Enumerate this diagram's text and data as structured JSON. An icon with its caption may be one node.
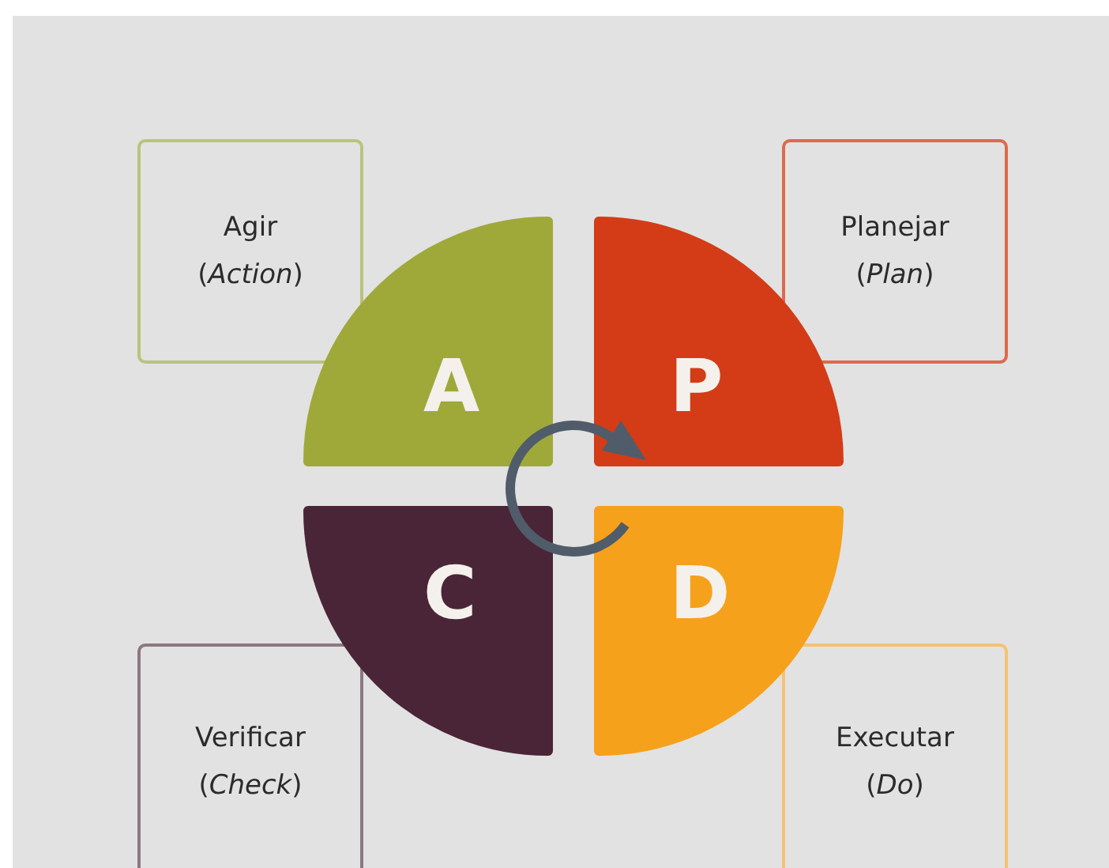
{
  "diagram": {
    "nodes": [
      {
        "text": [
          "Agir",
          "(*Action*)"
        ]
      },
      {
        "text": [
          "Planejar",
          "(*Plan*)"
        ]
      },
      {
        "text": [
          "Verificar",
          "(*Check*)"
        ]
      },
      {
        "text": [
          "Executar",
          "(*Do*)"
        ]
      },
      {
        "text": [
          "A"
        ]
      },
      {
        "text": [
          "P"
        ]
      },
      {
        "text": [
          "C"
        ]
      },
      {
        "text": [
          "D"
        ]
      }
    ]
  }
}
